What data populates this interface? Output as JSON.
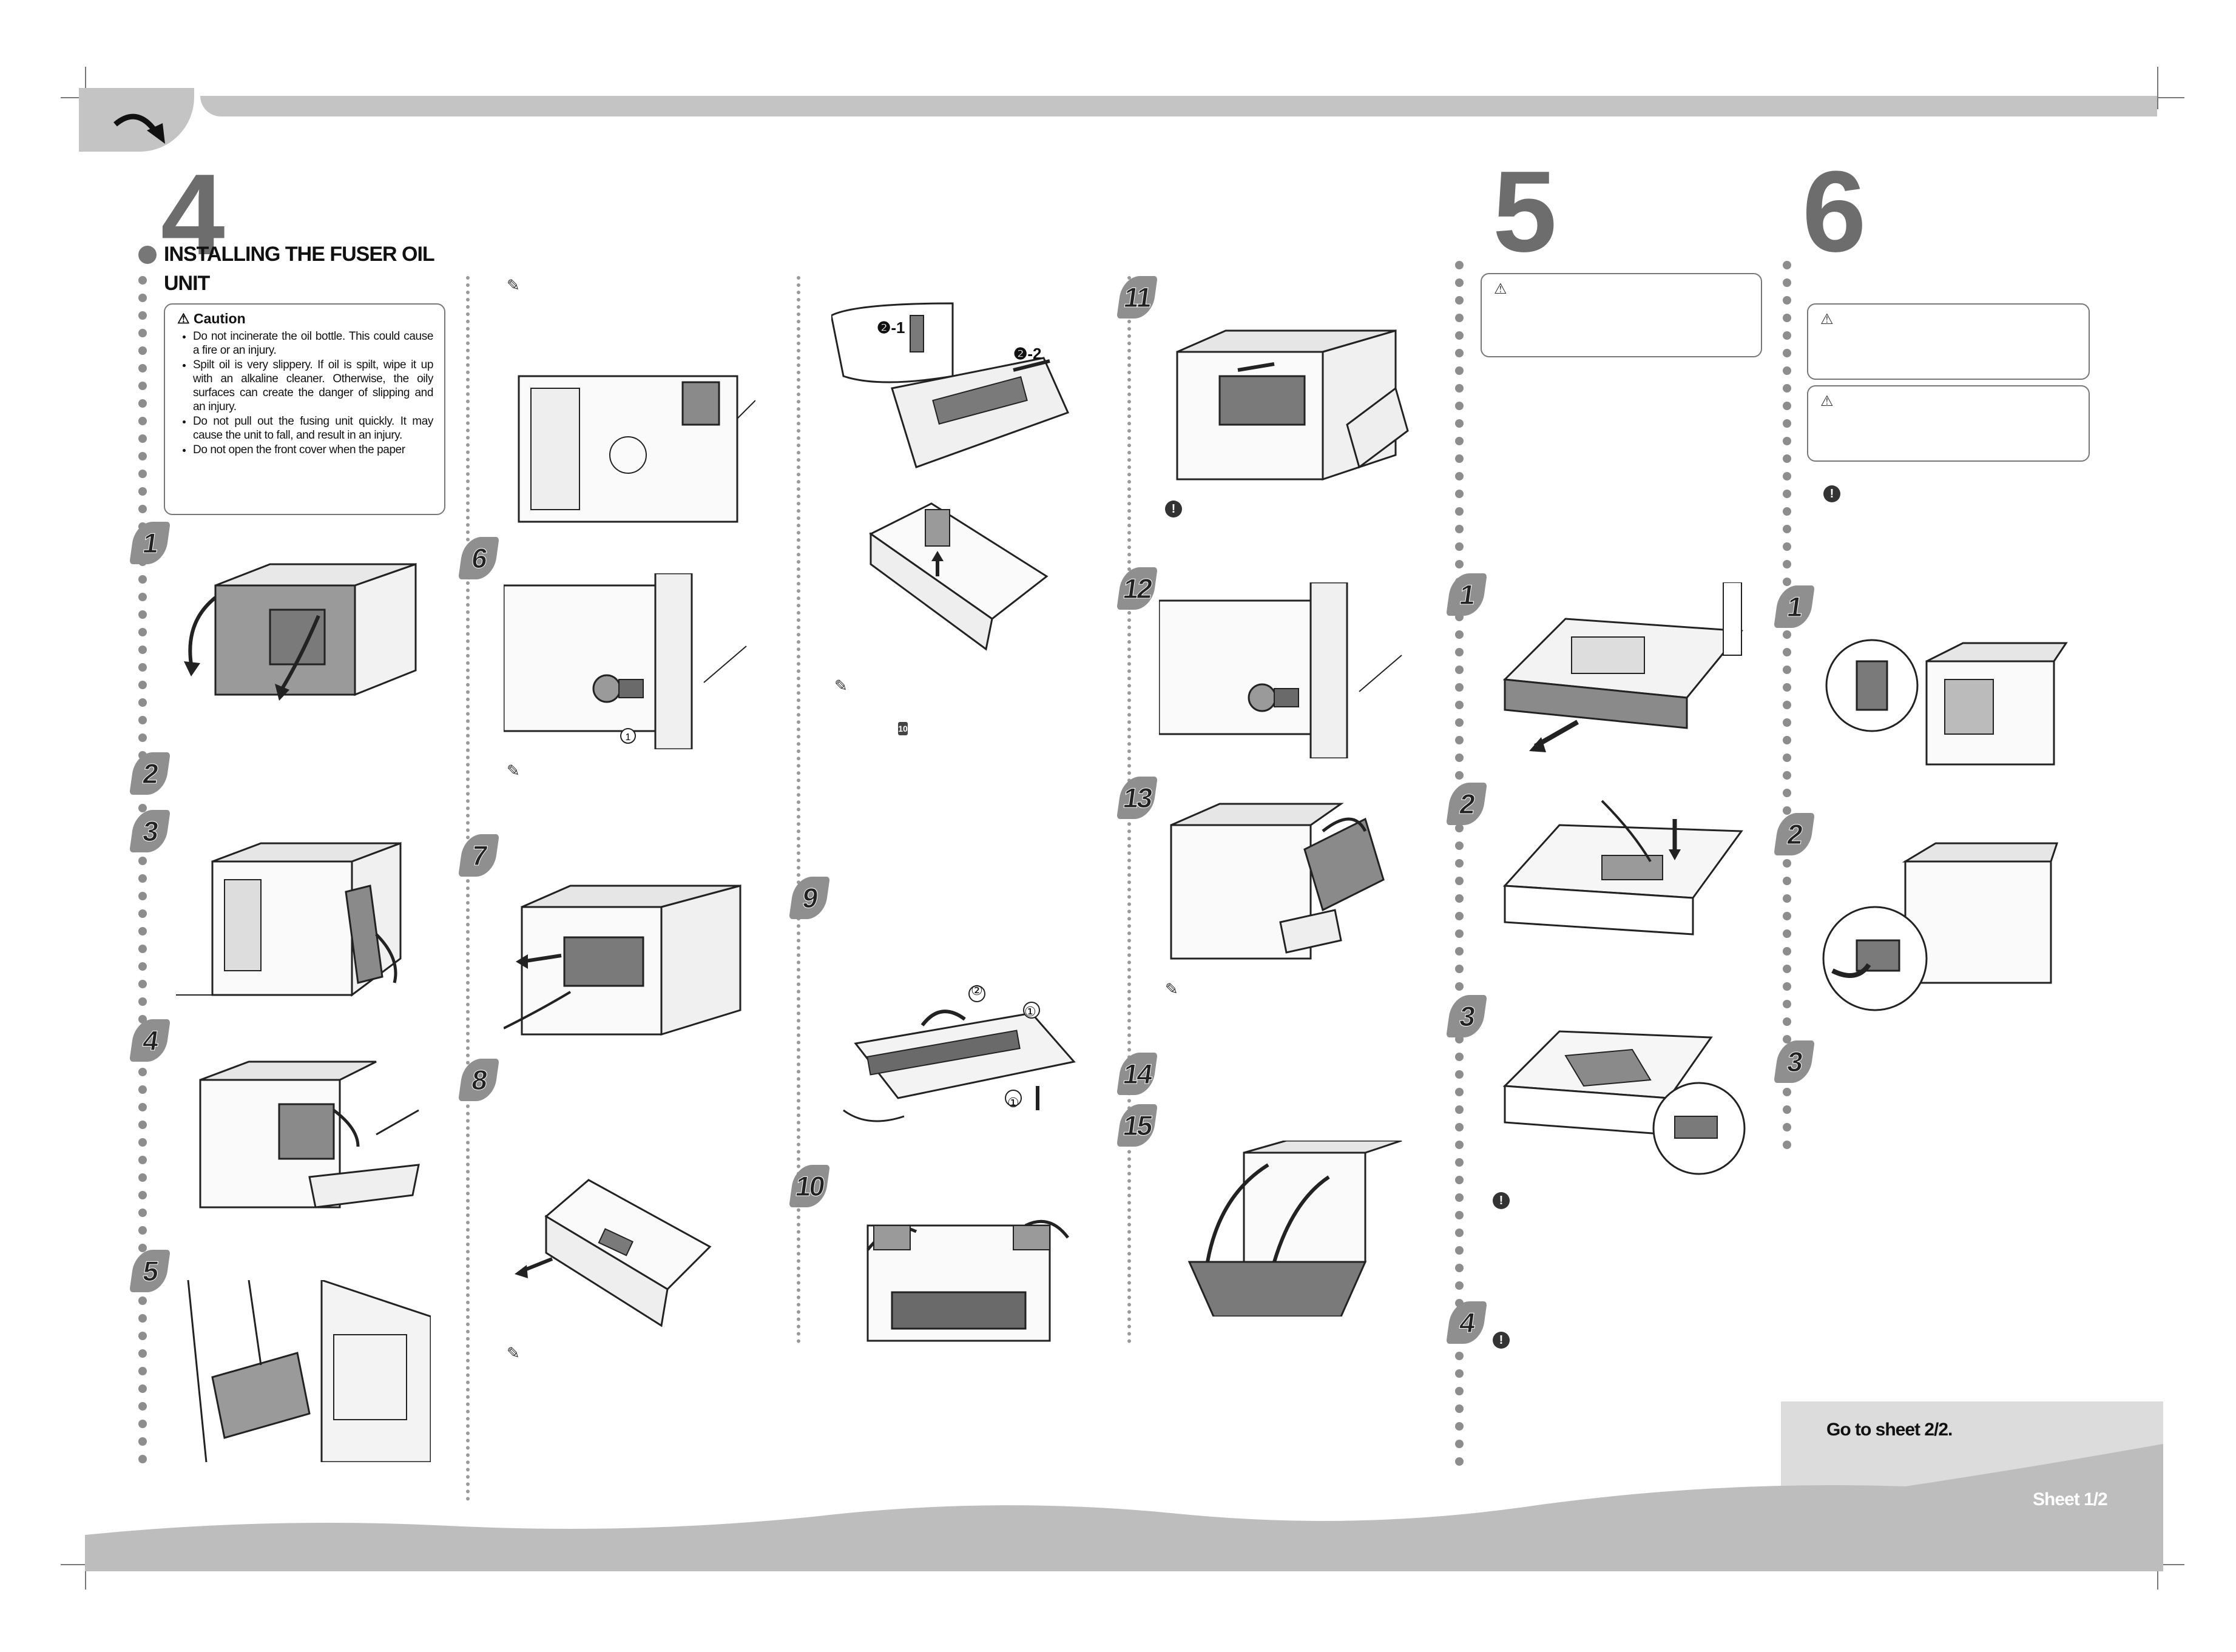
{
  "section4": {
    "number": "4",
    "title_line1": "INSTALLING THE FUSER OIL",
    "title_line2": "UNIT",
    "caution": {
      "heading": "Caution",
      "items": [
        "Do not incinerate the oil bottle. This could cause a fire or an injury.",
        "Spilt oil is very slippery. If oil is spilt, wipe it up with an alkaline cleaner. Otherwise, the oily surfaces can create the danger of slipping and an injury.",
        "Do not pull out the fusing unit quickly. It may cause the unit to fall, and result in an injury.",
        "Do not open the front cover when the paper"
      ]
    },
    "steps": [
      "1",
      "2",
      "3",
      "4",
      "5",
      "6",
      "7",
      "8",
      "9",
      "10",
      "11",
      "12",
      "13",
      "14",
      "15"
    ],
    "callouts": {
      "step9_a": "-1",
      "step9_b": "-2",
      "step9_circle_a": "2",
      "step9_circle_b": "2",
      "inline_ref": "10",
      "circle1": "①",
      "circle2": "②"
    }
  },
  "section5": {
    "number": "5",
    "steps": [
      "1",
      "2",
      "3",
      "4"
    ]
  },
  "section6": {
    "number": "6",
    "steps": [
      "1",
      "2",
      "3"
    ]
  },
  "footer": {
    "goto": "Go to sheet 2/2.",
    "sheet": "Sheet 1/2"
  },
  "icons": {
    "warning": "warning-triangle-icon",
    "note": "pencil-note-icon",
    "important": "important-icon",
    "page_turn": "page-turn-arrow-icon"
  }
}
